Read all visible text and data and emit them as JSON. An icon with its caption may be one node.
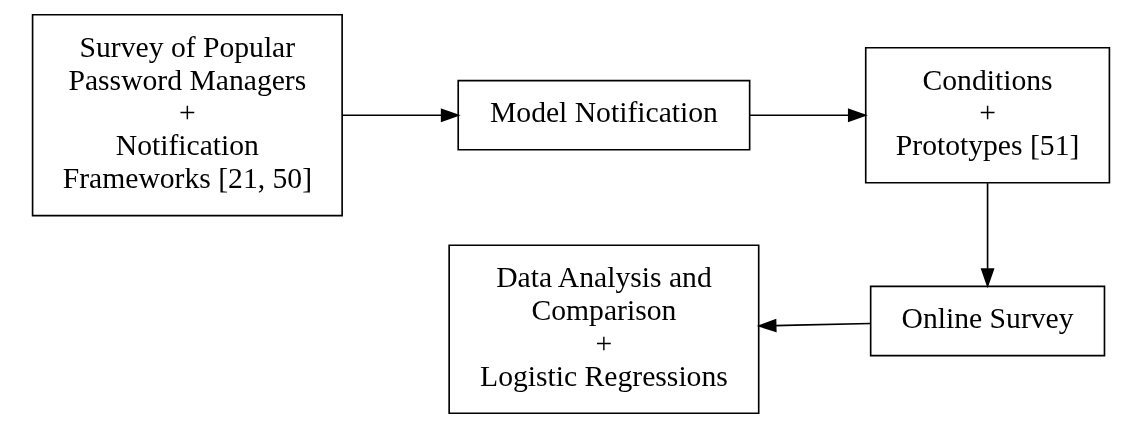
{
  "diagram": {
    "nodes": [
      {
        "text": [
          "Survey of Popular Password Managers",
          "+",
          "Notification Frameworks [21, 50]"
        ]
      },
      {
        "text": [
          "Model Notification"
        ]
      },
      {
        "text": [
          "Conditions",
          "+",
          "Prototypes [51]"
        ]
      },
      {
        "text": [
          "Online Survey"
        ]
      },
      {
        "text": [
          "Data Analysis and Comparison",
          "+",
          "Logistic Regressions"
        ]
      }
    ],
    "edges": [
      {
        "from": 0,
        "to": 1,
        "arrow": "to"
      },
      {
        "from": 1,
        "to": 2,
        "arrow": "to"
      },
      {
        "from": 2,
        "to": 3,
        "arrow": "to"
      },
      {
        "from": 3,
        "to": 4,
        "arrow": "to"
      }
    ]
  }
}
